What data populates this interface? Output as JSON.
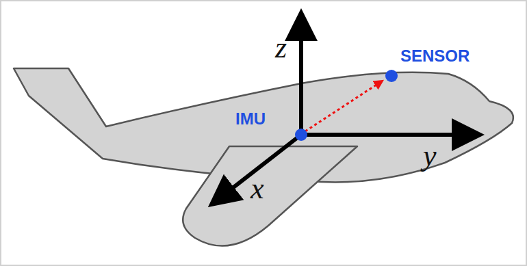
{
  "diagram": {
    "labels": [
      "z",
      "y",
      "x",
      "IMU",
      "SENSOR"
    ]
  }
}
